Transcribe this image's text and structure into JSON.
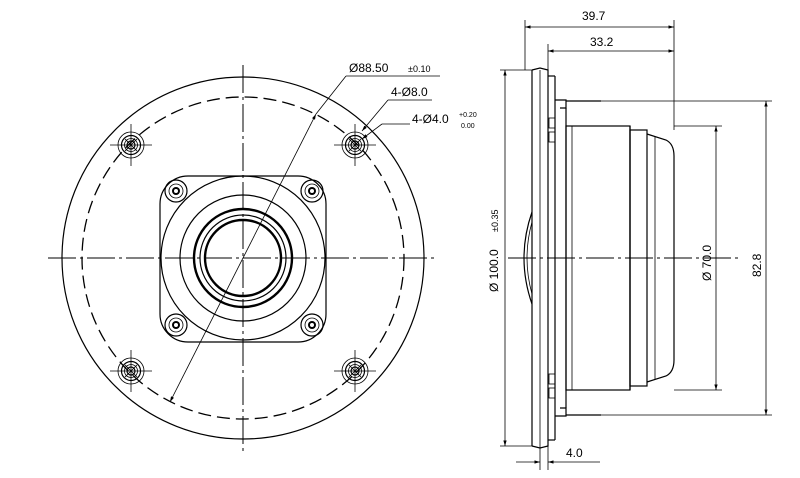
{
  "front_view": {
    "bolt_circle_dim": "Ø88.50",
    "bolt_circle_tol": "±0.10",
    "hole_outer_dim": "4-Ø8.0",
    "hole_inner_dim": "4-Ø4.0",
    "hole_inner_tol_upper": "+0.20",
    "hole_inner_tol_lower": "0.00"
  },
  "side_view": {
    "overall_depth": "39.7",
    "body_depth": "33.2",
    "flange_diameter": "Ø 100.0",
    "flange_diameter_tol": "±0.35",
    "body_diameter": "Ø 70.0",
    "rear_height": "82.8",
    "flange_thickness": "4.0"
  }
}
